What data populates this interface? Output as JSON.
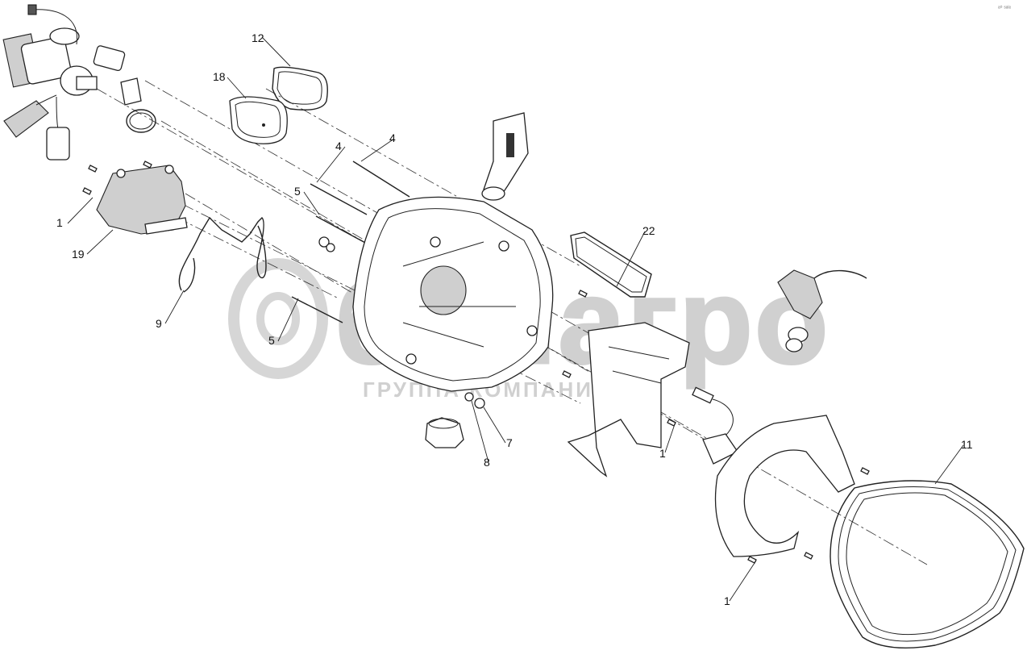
{
  "watermark": {
    "brand": "белагро",
    "subtitle": "ГРУППА КОМПАНИЙ"
  },
  "corner_mark": "ᵃ⁰ ˢᵃˡᵉ",
  "callouts": [
    {
      "id": "c12",
      "text": "12"
    },
    {
      "id": "c18",
      "text": "18"
    },
    {
      "id": "c4a",
      "text": "4"
    },
    {
      "id": "c4b",
      "text": "4"
    },
    {
      "id": "c5a",
      "text": "5"
    },
    {
      "id": "c5b",
      "text": "5"
    },
    {
      "id": "c1a",
      "text": "1"
    },
    {
      "id": "c19",
      "text": "19"
    },
    {
      "id": "c9",
      "text": "9"
    },
    {
      "id": "c22",
      "text": "22"
    },
    {
      "id": "c7",
      "text": "7"
    },
    {
      "id": "c8",
      "text": "8"
    },
    {
      "id": "c1b",
      "text": "1"
    },
    {
      "id": "c11",
      "text": "11"
    },
    {
      "id": "c1c",
      "text": "1"
    }
  ],
  "colors": {
    "line": "#222222",
    "watermark": "#d0d0d0",
    "background": "#ffffff"
  }
}
